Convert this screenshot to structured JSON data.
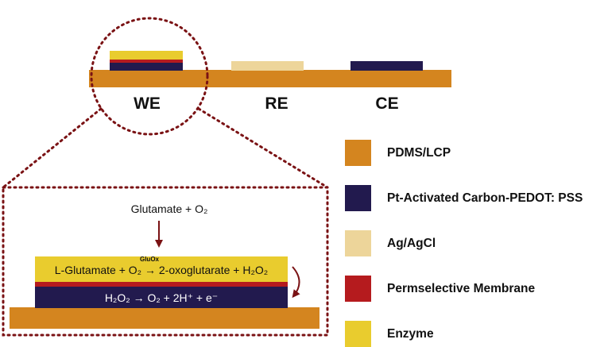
{
  "colors": {
    "pdms_lcp": "#D4851F",
    "pt_carbon": "#221A4E",
    "ag_agcl": "#EDD59A",
    "membrane": "#B51B1E",
    "enzyme": "#E9CC2E",
    "dotted": "#7A1214",
    "arrow": "#7A1214"
  },
  "electrodes": {
    "we": "WE",
    "re": "RE",
    "ce": "CE"
  },
  "reaction": {
    "input": "Glutamate + O₂",
    "enzyme_label": "GluOx",
    "enzyme_layer_equation": "L-Glutamate + O₂ → 2-oxoglutarate + H₂O₂",
    "electrode_equation": "H₂O₂ → O₂ + 2H⁺ + e⁻"
  },
  "legend": [
    {
      "label": "PDMS/LCP",
      "color": "#D4851F"
    },
    {
      "label": "Pt-Activated Carbon-PEDOT: PSS",
      "color": "#221A4E"
    },
    {
      "label": "Ag/AgCl",
      "color": "#EDD59A"
    },
    {
      "label": "Permselective Membrane",
      "color": "#B51B1E"
    },
    {
      "label": "Enzyme",
      "color": "#E9CC2E"
    }
  ]
}
